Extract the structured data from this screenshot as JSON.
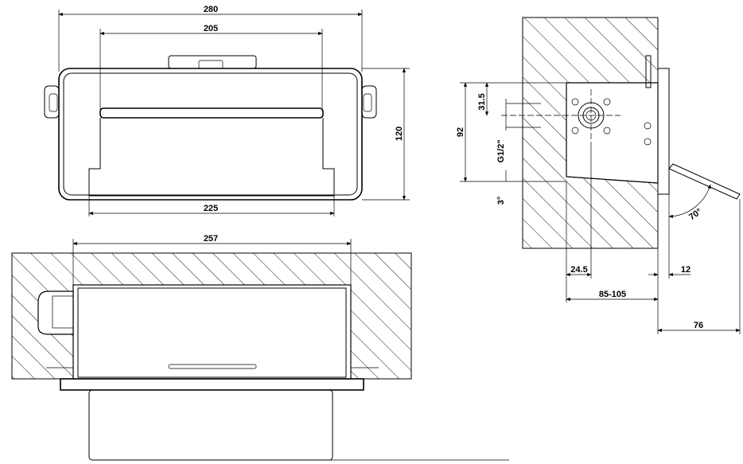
{
  "drawing": {
    "front_view": {
      "overall_width": "280",
      "opening_width": "205",
      "height": "120",
      "base_width": "225"
    },
    "top_view": {
      "recess_width": "257"
    },
    "side_view": {
      "height_total": "92",
      "offset_upper": "31.5",
      "thread": "G1/2\"",
      "tilt": "3°",
      "depth_pipe": "24.5",
      "plate_thickness": "12",
      "wall_depth_range": "85-105",
      "projection": "76",
      "angle": "70°"
    }
  }
}
